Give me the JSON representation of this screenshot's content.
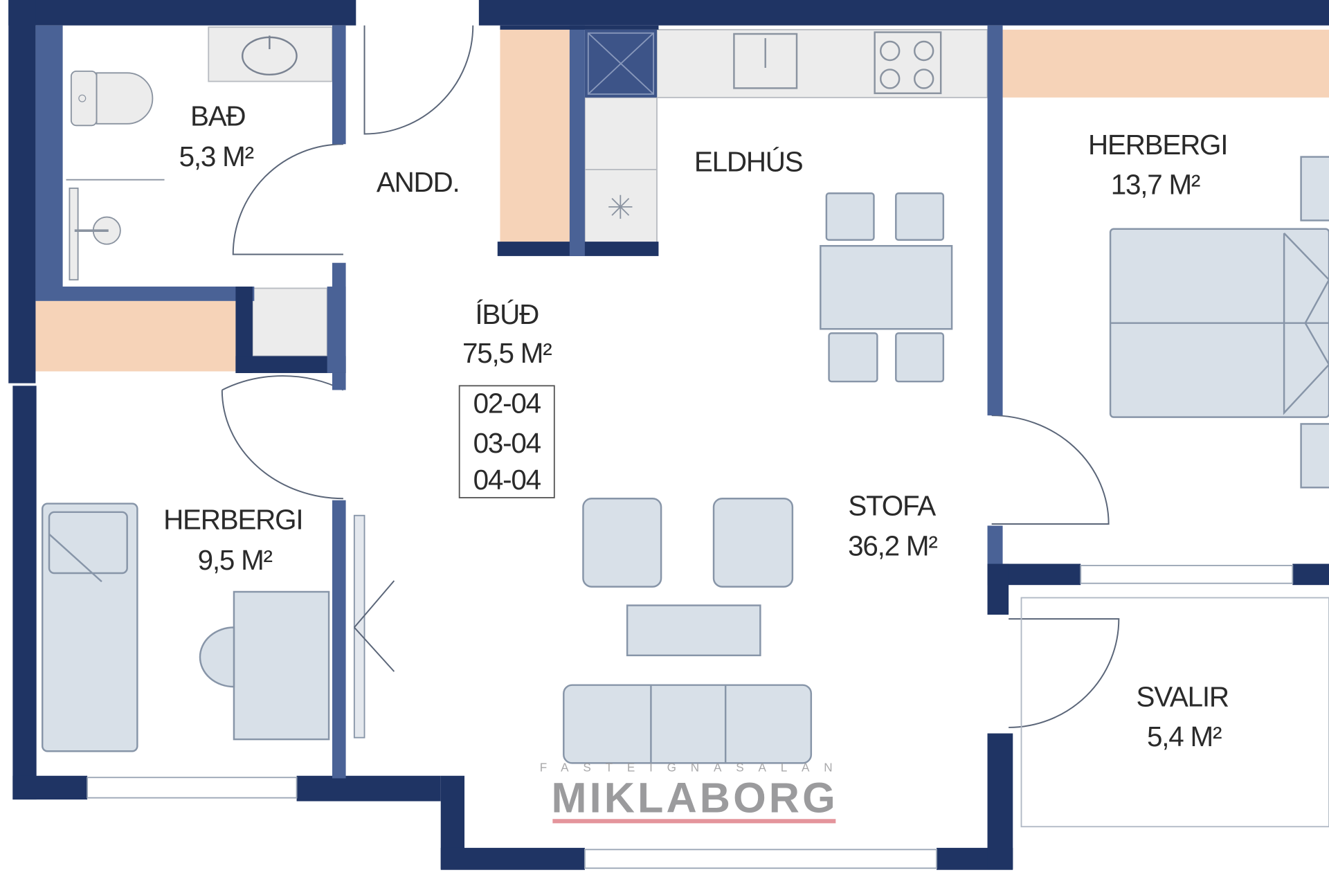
{
  "rooms": {
    "bath": {
      "name": "BAÐ",
      "area": "5,3 M²"
    },
    "hall": {
      "name": "ANDD."
    },
    "kitchen": {
      "name": "ELDHÚS"
    },
    "bedroom_large": {
      "name": "HERBERGI",
      "area": "13,7 M²"
    },
    "apartment": {
      "name": "ÍBÚÐ",
      "area": "75,5 M²"
    },
    "bedroom_small": {
      "name": "HERBERGI",
      "area": "9,5 M²"
    },
    "living": {
      "name": "STOFA",
      "area": "36,2 M²"
    },
    "balcony": {
      "name": "SVALIR",
      "area": "5,4 M²"
    }
  },
  "unit_numbers": [
    "02-04",
    "03-04",
    "04-04"
  ],
  "logo": {
    "tagline": "FASTEIGNASALAN",
    "name": "MIKLABORG"
  },
  "colors": {
    "wall": "#1f3464",
    "inner_wall": "#4a6296",
    "furniture": "#d8e0e8",
    "storage": "#f6d3b8",
    "logo_text": "#8a8a8c",
    "logo_line": "#e0828a"
  }
}
